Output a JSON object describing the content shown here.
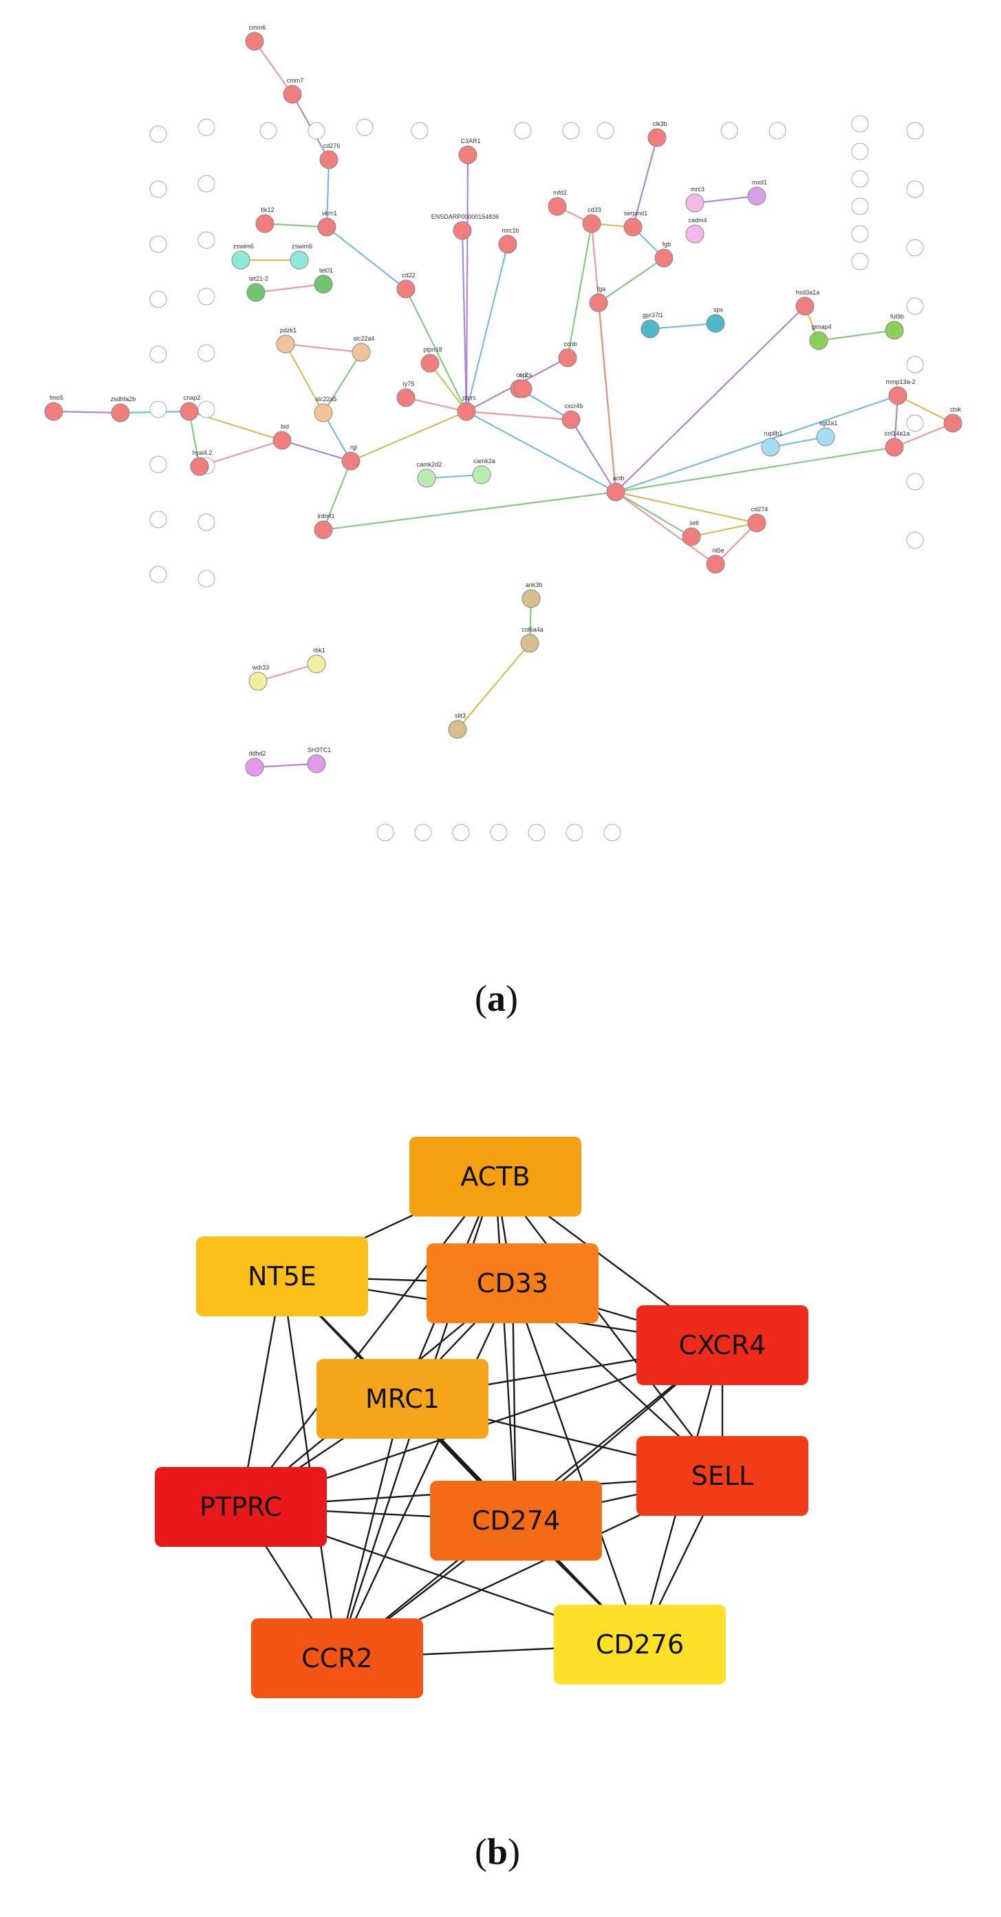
{
  "panel_a": {
    "label_letter": "a",
    "nodes": [
      {
        "id": "cmm6",
        "label": "cmm6",
        "color": "#f07e7e"
      },
      {
        "id": "cmm7",
        "label": "cmm7",
        "color": "#f07e7e"
      },
      {
        "id": "cd276",
        "label": "cd276",
        "color": "#f07e7e"
      },
      {
        "id": "vkrn1",
        "label": "vkrn1",
        "color": "#f07e7e"
      },
      {
        "id": "tlk12",
        "label": "tlk12",
        "color": "#f07e7e"
      },
      {
        "id": "zswim6",
        "label": "zswim6",
        "color": "#8fe8d8"
      },
      {
        "id": "zswim7",
        "label": "zswim6",
        "color": "#8fe8d8"
      },
      {
        "id": "tet21",
        "label": "tet21-2",
        "color": "#72c472"
      },
      {
        "id": "tet01",
        "label": "tet01",
        "color": "#72c472"
      },
      {
        "id": "C3AR1",
        "label": "C3AR1",
        "color": "#f07e7e"
      },
      {
        "id": "ENSDARP",
        "label": "ENSDARP00000154836",
        "color": "#f07e7e"
      },
      {
        "id": "mrc1b",
        "label": "mrc1b",
        "color": "#f07e7e"
      },
      {
        "id": "cd22",
        "label": "cd22",
        "color": "#f07e7e"
      },
      {
        "id": "ptpn18",
        "label": "ptpn18",
        "color": "#f07e7e"
      },
      {
        "id": "ly75",
        "label": "ly75",
        "color": "#f07e7e"
      },
      {
        "id": "ptprc",
        "label": "ptprc",
        "color": "#f07e7e"
      },
      {
        "id": "slk22a4",
        "label": "slc22a4",
        "color": "#f0c49a"
      },
      {
        "id": "pdzk1",
        "label": "pdzk1",
        "color": "#f0c49a"
      },
      {
        "id": "slc22a5",
        "label": "slc22a5",
        "color": "#f0c49a"
      },
      {
        "id": "fmo5",
        "label": "fmo5",
        "color": "#f07e7e"
      },
      {
        "id": "zgc",
        "label": "zsdhfa2b",
        "color": "#f07e7e"
      },
      {
        "id": "cnap2",
        "label": "cnap2",
        "color": "#f07e7e"
      },
      {
        "id": "hyal4",
        "label": "hyal4.2",
        "color": "#f07e7e"
      },
      {
        "id": "bid",
        "label": "bid",
        "color": "#f07e7e"
      },
      {
        "id": "rgl",
        "label": "rgl",
        "color": "#f07e7e"
      },
      {
        "id": "lrdmt1",
        "label": "lrdmt1",
        "color": "#f07e7e"
      },
      {
        "id": "cxcr4",
        "label": "cxcr4b",
        "color": "#f07e7e"
      },
      {
        "id": "ccr2",
        "label": "ccr2",
        "color": "#f07e7e"
      },
      {
        "id": "ccnb",
        "label": "ccnb",
        "color": "#f07e7e"
      },
      {
        "id": "epcs",
        "label": "epcs",
        "color": "#f07e7e"
      },
      {
        "id": "cd33",
        "label": "cd33",
        "color": "#f07e7e"
      },
      {
        "id": "serpind1",
        "label": "serpind1",
        "color": "#f07e7e"
      },
      {
        "id": "rnf41",
        "label": "mfd2",
        "color": "#f07e7e"
      },
      {
        "id": "clk3b",
        "label": "clk3b",
        "color": "#f07e7e"
      },
      {
        "id": "fgb",
        "label": "fgb",
        "color": "#f07e7e"
      },
      {
        "id": "fga",
        "label": "fga",
        "color": "#f07e7e"
      },
      {
        "id": "mrc3",
        "label": "mrc3",
        "color": "#f5b8e8"
      },
      {
        "id": "cadm4",
        "label": "cadm4",
        "color": "#f5b8e8"
      },
      {
        "id": "mxd1",
        "label": "mxd1",
        "color": "#d8a0e8"
      },
      {
        "id": "gpr37",
        "label": "gpr37l1",
        "color": "#4fb8c8"
      },
      {
        "id": "spx",
        "label": "spx",
        "color": "#4fb8c8"
      },
      {
        "id": "hsd",
        "label": "hsd3a1a",
        "color": "#f07e7e"
      },
      {
        "id": "gimap4",
        "label": "gimap4",
        "color": "#8ccf5a"
      },
      {
        "id": "fut9b",
        "label": "fut9b",
        "color": "#8ccf5a"
      },
      {
        "id": "mmp13",
        "label": "mmp13a-2",
        "color": "#f07e7e"
      },
      {
        "id": "ctsk",
        "label": "ctsk",
        "color": "#f07e7e"
      },
      {
        "id": "col1a",
        "label": "col14a1a",
        "color": "#f07e7e"
      },
      {
        "id": "ruplib",
        "label": "rupllb1",
        "color": "#a8dcf5"
      },
      {
        "id": "sgk2",
        "label": "sgl2a1",
        "color": "#a8dcf5"
      },
      {
        "id": "actb",
        "label": "actb",
        "color": "#f07e7e"
      },
      {
        "id": "sell",
        "label": "sell",
        "color": "#f07e7e"
      },
      {
        "id": "cd274",
        "label": "cd274",
        "color": "#f07e7e"
      },
      {
        "id": "nt5e",
        "label": "nt5e",
        "color": "#f07e7e"
      },
      {
        "id": "ank3",
        "label": "ank3b",
        "color": "#d6bf8a"
      },
      {
        "id": "col6",
        "label": "col6a4a",
        "color": "#d6bf8a"
      },
      {
        "id": "slit3",
        "label": "slit3",
        "color": "#d6bf8a"
      },
      {
        "id": "wdr33",
        "label": "wdr33",
        "color": "#f2f0a0"
      },
      {
        "id": "rbk1",
        "label": "rbk1",
        "color": "#f2f0a0"
      },
      {
        "id": "sh3",
        "label": "SH3TC1",
        "color": "#e09ae8"
      },
      {
        "id": "ddhd2",
        "label": "ddhd2",
        "color": "#e09ae8"
      },
      {
        "id": "camk2",
        "label": "camk2d2",
        "color": "#b8ecb0"
      },
      {
        "id": "camk2a",
        "label": "camk2a",
        "color": "#b8ecb0"
      }
    ]
  },
  "panel_b": {
    "label_letter": "b",
    "hubs": [
      {
        "id": "ACTB",
        "label": "ACTB",
        "color": "#f5a011"
      },
      {
        "id": "NT5E",
        "label": "NT5E",
        "color": "#fbc11a"
      },
      {
        "id": "CD33",
        "label": "CD33",
        "color": "#f77e18"
      },
      {
        "id": "CXCR4",
        "label": "CXCR4",
        "color": "#ee2b1a"
      },
      {
        "id": "MRC1",
        "label": "MRC1",
        "color": "#f7a51c"
      },
      {
        "id": "SELL",
        "label": "SELL",
        "color": "#f23c17"
      },
      {
        "id": "PTPRC",
        "label": "PTPRC",
        "color": "#e8181b"
      },
      {
        "id": "CD274",
        "label": "CD274",
        "color": "#f46b17"
      },
      {
        "id": "CCR2",
        "label": "CCR2",
        "color": "#f45414"
      },
      {
        "id": "CD276",
        "label": "CD276",
        "color": "#fde128"
      }
    ]
  }
}
